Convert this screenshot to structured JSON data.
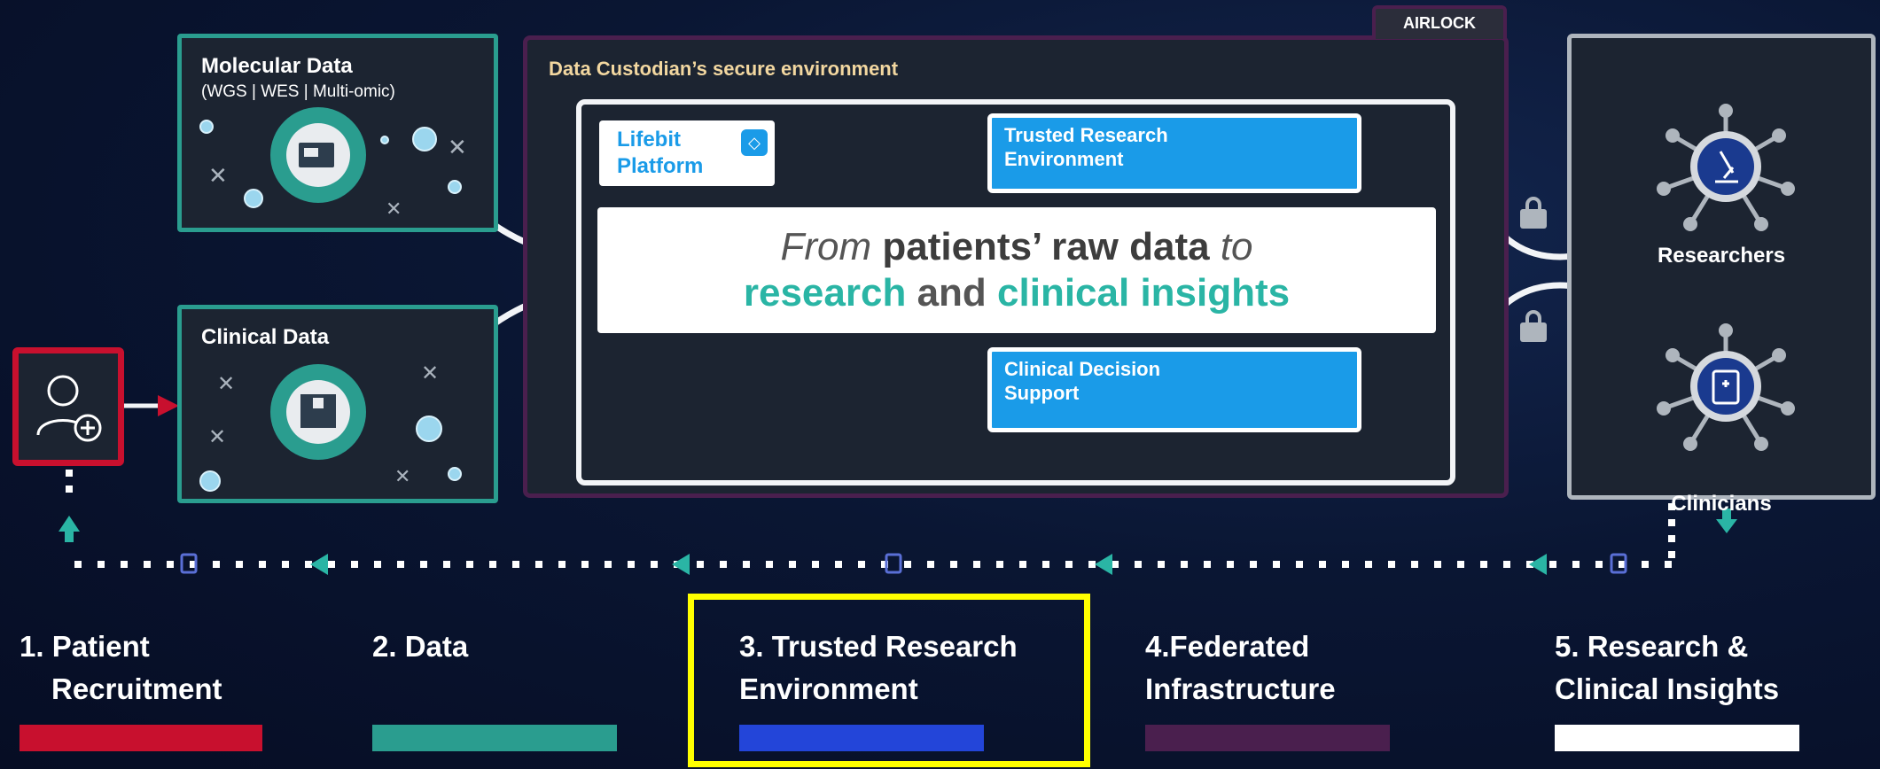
{
  "airlock": {
    "label": "AIRLOCK"
  },
  "molecular": {
    "title": "Molecular Data",
    "subtitle": "(WGS | WES | Multi-omic)"
  },
  "clinical": {
    "title": "Clinical Data"
  },
  "custodian": {
    "title": "Data Custodian’s secure environment"
  },
  "platform": {
    "line1": "Lifebit",
    "line2": "Platform"
  },
  "tre_box": {
    "line1": "Trusted Research",
    "line2": "Environment"
  },
  "cds_box": {
    "line1": "Clinical Decision",
    "line2": "Support"
  },
  "headline": {
    "part1": "From ",
    "part2": "patients’ raw data",
    "part3": " to",
    "part4": "research",
    "part5": " and ",
    "part6": "clinical insights"
  },
  "researchers": {
    "label": "Researchers"
  },
  "clinicians": {
    "label": "Clinicians"
  },
  "steps": [
    {
      "line1": "1. Patient",
      "line2": "Recruitment",
      "color": "#c8102e"
    },
    {
      "line1": "2. Data",
      "line2": "",
      "color": "#2a9d8f"
    },
    {
      "line1": "3. Trusted Research",
      "line2": "Environment",
      "color": "#2345d9"
    },
    {
      "line1": "4.Federated",
      "line2": "Infrastructure",
      "color": "#4a1f4e"
    },
    {
      "line1": "5. Research &",
      "line2": "Clinical Insights",
      "color": "#ffffff"
    }
  ],
  "colors": {
    "teal": "#2a9d8f",
    "red": "#c8102e",
    "blue": "#1a9be8",
    "highlight": "#ffff00",
    "purple": "#4a1f4e",
    "accent_text": "#2ab5a5"
  }
}
